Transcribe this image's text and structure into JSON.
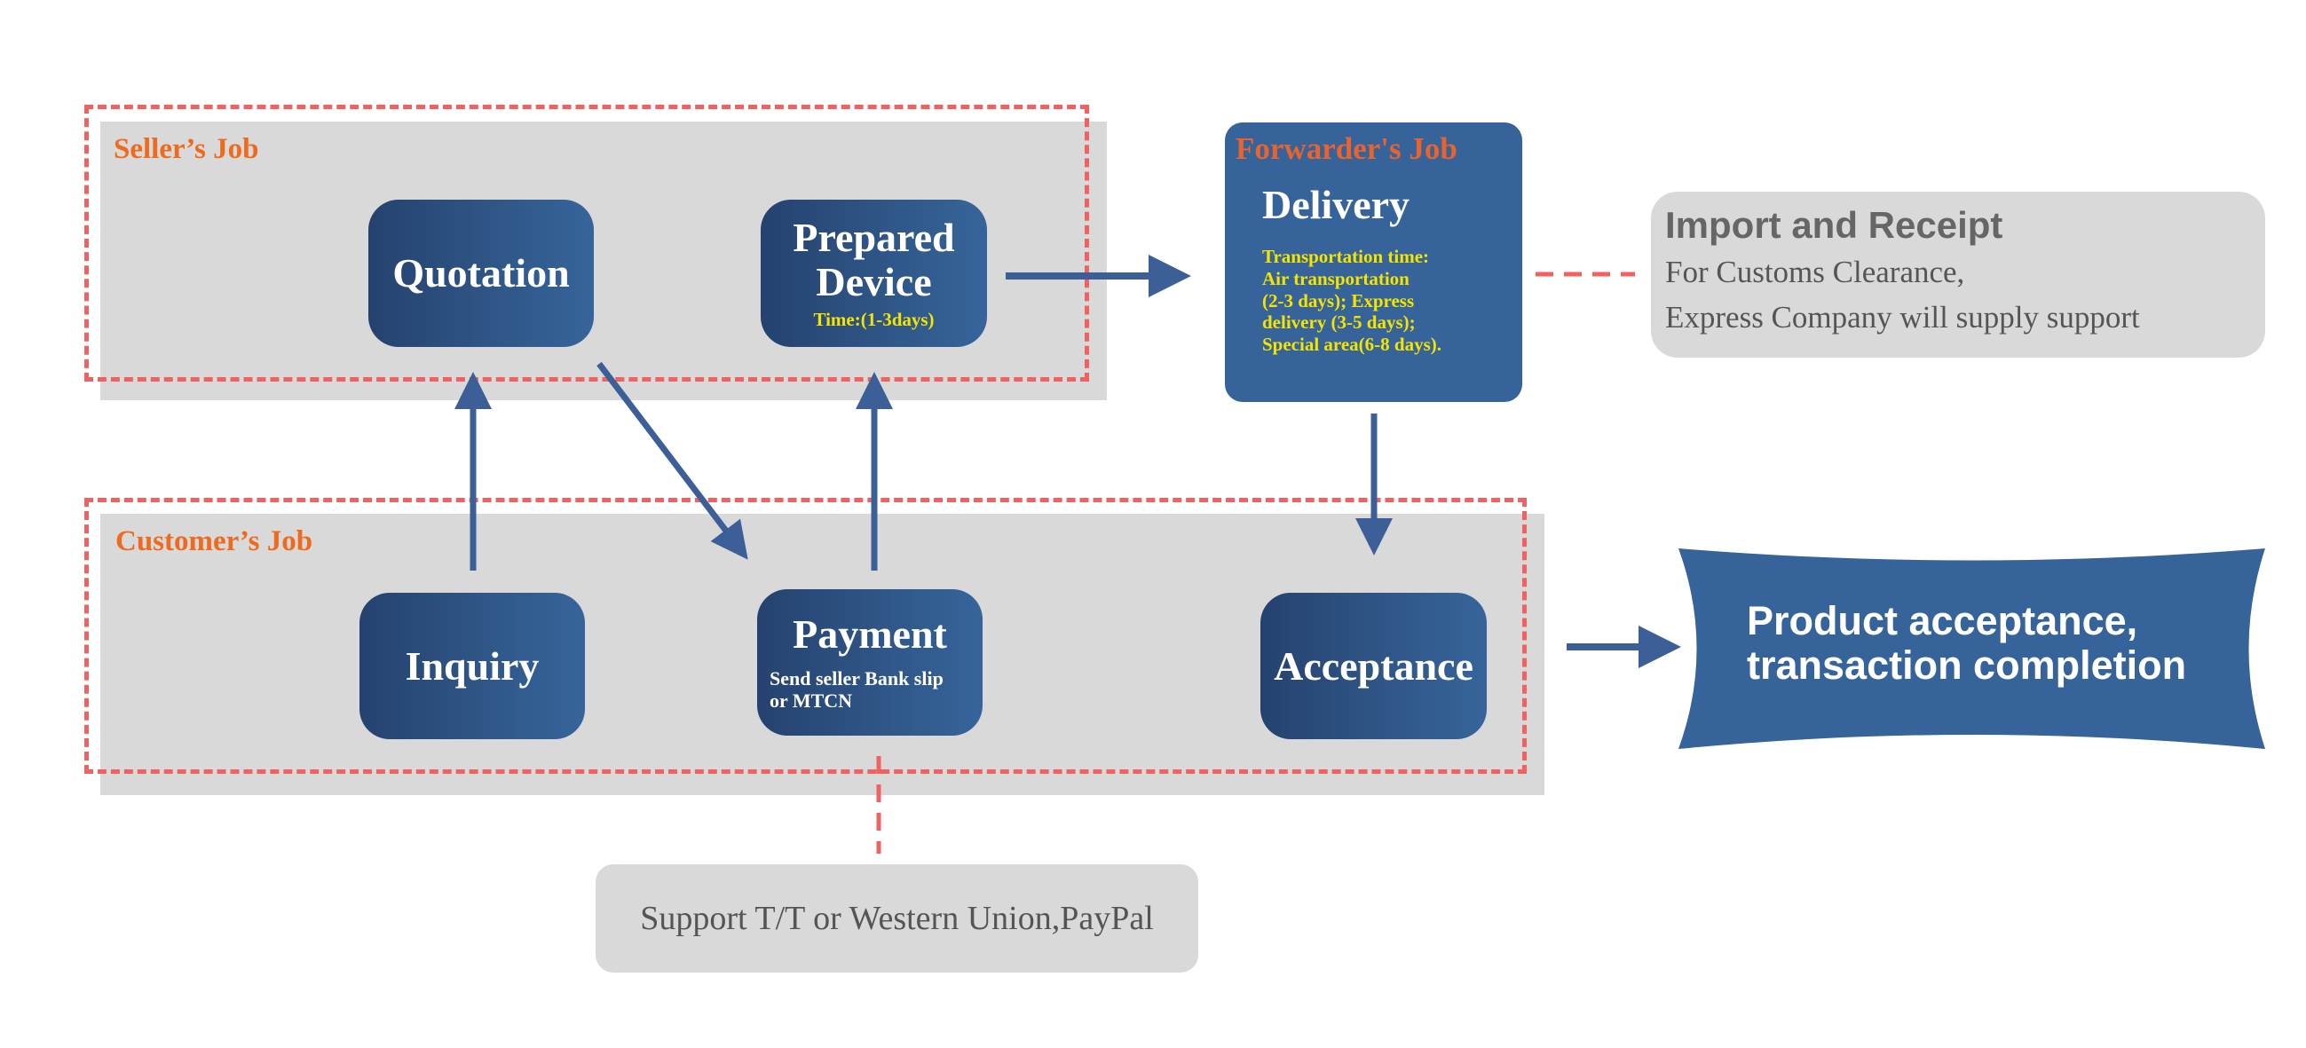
{
  "seller_section": {
    "label": "Seller’s Job"
  },
  "customer_section": {
    "label": "Customer’s Job"
  },
  "forwarder_section": {
    "label": "Forwarder's Job"
  },
  "nodes": {
    "quotation": {
      "title": "Quotation"
    },
    "prepared_device": {
      "title_line1": "Prepared",
      "title_line2": "Device",
      "note": "Time:(1-3days)"
    },
    "inquiry": {
      "title": "Inquiry"
    },
    "payment": {
      "title": "Payment",
      "note_line1": "Send seller Bank slip",
      "note_line2": "or MTCN"
    },
    "acceptance": {
      "title": "Acceptance"
    },
    "delivery": {
      "title": "Delivery",
      "lines": [
        "Transportation time:",
        "Air transportation",
        "(2-3 days); Express",
        "delivery (3-5 days);",
        "Special area(6-8 days)."
      ]
    }
  },
  "import_receipt": {
    "title": "Import and Receipt",
    "line1": "For Customs Clearance,",
    "line2": "Express Company will supply support"
  },
  "payment_support": {
    "text": "Support T/T or Western Union,PayPal"
  },
  "final_banner": {
    "line1": "Product acceptance,",
    "line2": "transaction completion"
  },
  "colors": {
    "node_blue": "#36649a",
    "arrow_blue": "#3d5f97",
    "dash_red": "#f06262",
    "label_orange": "#ee6a1e",
    "note_yellow": "#f5e400",
    "panel_gray": "#d9d9d9"
  }
}
